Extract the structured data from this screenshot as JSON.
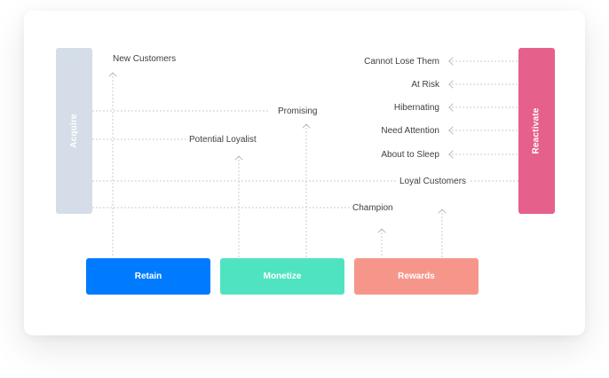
{
  "colors": {
    "acquire": "#d5dee8",
    "reactivate": "#e5608b",
    "retain": "#007bff",
    "monetize": "#50e3c2",
    "rewards": "#f6968a",
    "connector": "#c7ccd1",
    "text": "#3a3f44"
  },
  "stages": {
    "acquire": "Acquire",
    "reactivate": "Reactivate"
  },
  "actions": {
    "retain": "Retain",
    "monetize": "Monetize",
    "rewards": "Rewards"
  },
  "segments": {
    "new_customers": "New Customers",
    "promising": "Promising",
    "potential_loyalist": "Potential Loyalist",
    "loyal_customers": "Loyal Customers",
    "champion": "Champion",
    "cannot_lose_them": "Cannot Lose Them",
    "at_risk": "At Risk",
    "hibernating": "Hibernating",
    "need_attention": "Need Attention",
    "about_to_sleep": "About to Sleep"
  }
}
